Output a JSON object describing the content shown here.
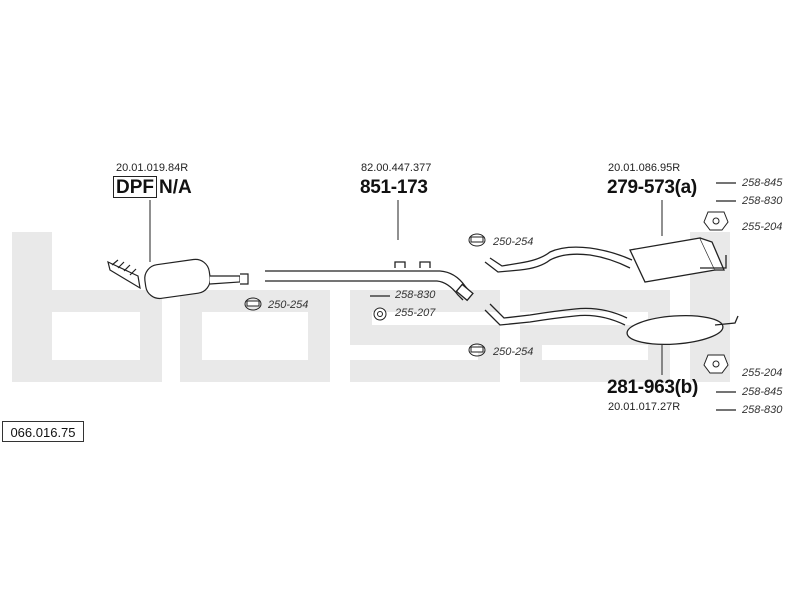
{
  "diagram_number": "066.016.75",
  "watermark": "bosal",
  "colors": {
    "watermark": "#e9e9e9",
    "line": "#222222"
  },
  "parts": {
    "dpf": {
      "oe_ref": "20.01.019.84R",
      "label": "DPF",
      "note": "N/A"
    },
    "mid_pipe": {
      "oe_ref": "82.00.447.377",
      "number": "851-173"
    },
    "rear_a": {
      "oe_ref": "20.01.086.95R",
      "number": "279-573(a)"
    },
    "rear_b": {
      "oe_ref": "20.01.017.27R",
      "number": "281-963(b)"
    }
  },
  "accessories": {
    "clamp_left": "250-254",
    "clamp_top": "250-254",
    "clamp_bottom": "250-254",
    "bolt_mid": "258-830",
    "rubber_mid": "255-207",
    "top_right": [
      "258-845",
      "258-830",
      "255-204"
    ],
    "bottom_right": [
      "255-204",
      "258-845",
      "258-830"
    ]
  }
}
